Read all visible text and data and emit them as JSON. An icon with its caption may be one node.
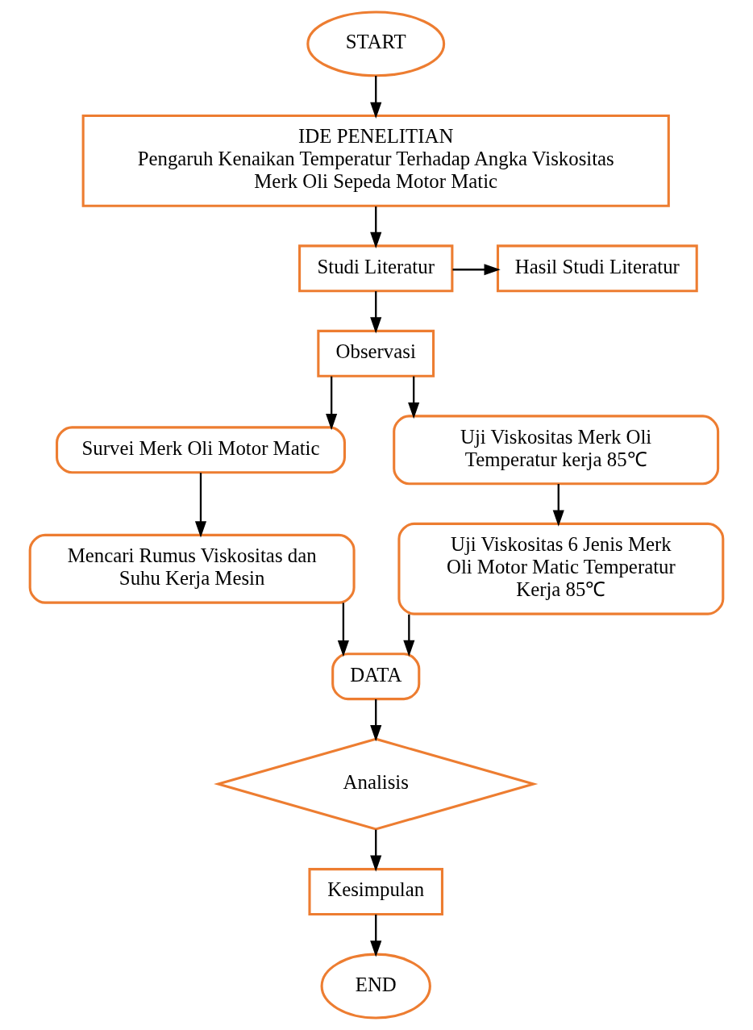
{
  "diagram": {
    "nodes": [
      {
        "text": [
          "START"
        ]
      },
      {
        "text": [
          "IDE PENELITIAN",
          "Pengaruh Kenaikan Temperatur Terhadap Angka Viskositas Merk Oli Sepeda Motor Matic"
        ]
      },
      {
        "text": [
          "Hasil Studi Literatur"
        ]
      },
      {
        "text": [
          "Studi Literatur"
        ]
      },
      {
        "text": [
          "Observasi"
        ]
      },
      {
        "text": [
          "Survei Merk Oli Motor Matic"
        ]
      },
      {
        "text": [
          "Uji Viskositas Merk Oli Temperatur kerja 85℃"
        ]
      },
      {
        "text": [
          "Mencari Rumus Viskositas dan Suhu Kerja Mesin"
        ]
      },
      {
        "text": [
          "Uji Viskositas 6 Jenis Merk Oli Motor Matic Temperatur Kerja 85℃"
        ]
      },
      {
        "text": [
          "DATA"
        ]
      },
      {
        "text": [
          "Analisis"
        ]
      },
      {
        "text": [
          "Kesimpulan"
        ]
      },
      {
        "text": [
          "END"
        ]
      }
    ],
    "edges": [
      {
        "from": 0,
        "to": 1,
        "arrow": "to"
      },
      {
        "from": 1,
        "to": 3,
        "arrow": "to"
      },
      {
        "from": 3,
        "to": 2,
        "arrow": "to"
      },
      {
        "from": 3,
        "to": 4,
        "arrow": "to"
      },
      {
        "from": 4,
        "to": 5,
        "arrow": "to"
      },
      {
        "from": 4,
        "to": 6,
        "arrow": "to"
      },
      {
        "from": 5,
        "to": 7,
        "arrow": "to"
      },
      {
        "from": 6,
        "to": 8,
        "arrow": "to"
      },
      {
        "from": 7,
        "to": 9,
        "arrow": "to"
      },
      {
        "from": 8,
        "to": 9,
        "arrow": "to"
      },
      {
        "from": 9,
        "to": 10,
        "arrow": "to"
      },
      {
        "from": 10,
        "to": 11,
        "arrow": "to"
      },
      {
        "from": 11,
        "to": 12,
        "arrow": "to"
      }
    ]
  }
}
